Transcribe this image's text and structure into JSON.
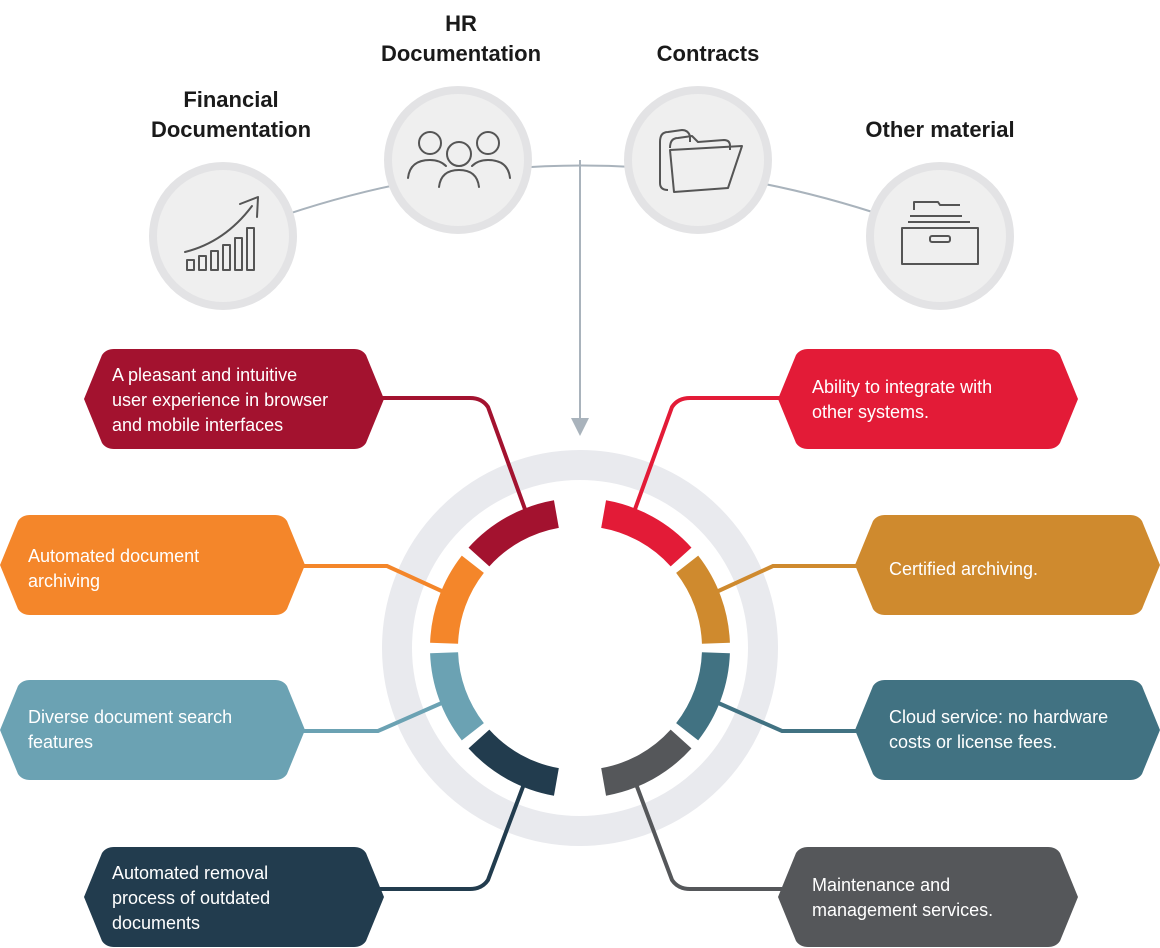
{
  "categories": [
    {
      "id": "financial",
      "title_line1": "Financial",
      "title_line2": "Documentation",
      "icon": "chart-growth-icon"
    },
    {
      "id": "hr",
      "title_line1": "HR",
      "title_line2": "Documentation",
      "icon": "people-group-icon"
    },
    {
      "id": "contracts",
      "title_line1": "Contracts",
      "title_line2": "",
      "icon": "folder-icon"
    },
    {
      "id": "other",
      "title_line1": "Other material",
      "title_line2": "",
      "icon": "archive-box-icon"
    }
  ],
  "features": [
    {
      "id": "ux",
      "lines": [
        "A pleasant and intuitive",
        "user experience in browser",
        "and mobile interfaces"
      ],
      "color": "#A3122F"
    },
    {
      "id": "integrate",
      "lines": [
        "Ability to integrate with",
        "other systems."
      ],
      "color": "#E31B37"
    },
    {
      "id": "auto-archiving",
      "lines": [
        "Automated document",
        "archiving"
      ],
      "color": "#F4862A"
    },
    {
      "id": "certified",
      "lines": [
        "Certified archiving."
      ],
      "color": "#CF8A2E"
    },
    {
      "id": "search",
      "lines": [
        "Diverse document search",
        "features"
      ],
      "color": "#6BA2B3"
    },
    {
      "id": "cloud",
      "lines": [
        "Cloud service: no hardware",
        "costs or license fees."
      ],
      "color": "#417282"
    },
    {
      "id": "removal",
      "lines": [
        "Automated removal",
        "process of outdated",
        "documents"
      ],
      "color": "#223C4E"
    },
    {
      "id": "maintenance",
      "lines": [
        "Maintenance and",
        "management services."
      ],
      "color": "#55575A"
    }
  ],
  "colors": {
    "ring_background": "#E9EAEE",
    "icon_circle_fill": "#EFEFEF",
    "icon_circle_stroke": "#E3E3E5",
    "connector": "#A9B3BC",
    "icon_stroke": "#555555"
  }
}
